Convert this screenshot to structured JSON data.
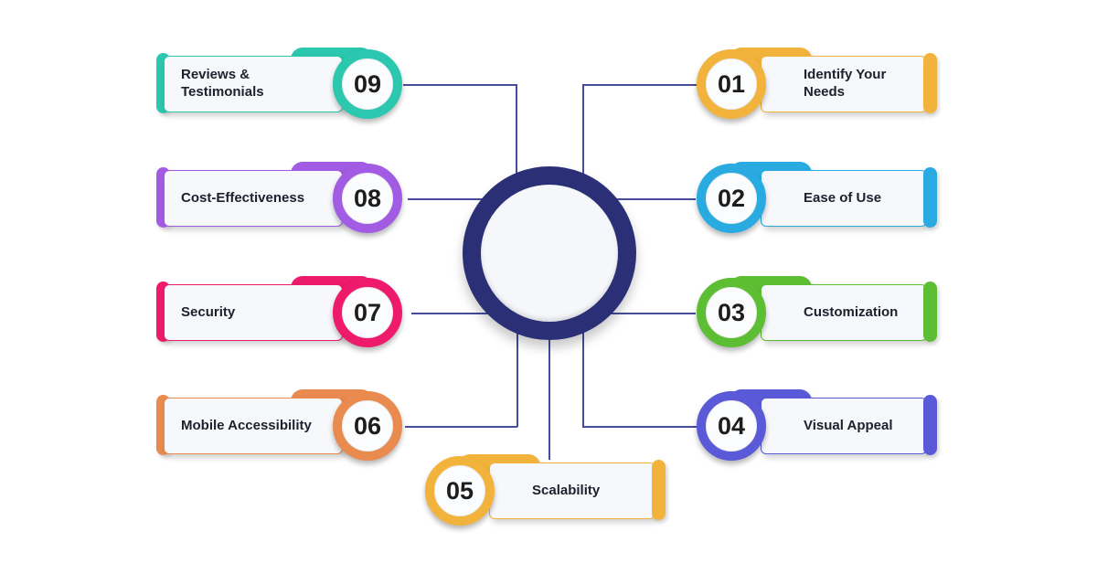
{
  "background": "#FFFFFF",
  "connector_color": "#464C9B",
  "hub": {
    "ring_color": "#2B3076",
    "fill_color": "#F5F7FB"
  },
  "items": [
    {
      "number": "01",
      "label": "Identify Your Needs",
      "color": "#F2B33C",
      "dark": "#D48F1B",
      "side": "right"
    },
    {
      "number": "02",
      "label": "Ease of Use",
      "color": "#29ABE2",
      "dark": "#1488BC",
      "side": "right"
    },
    {
      "number": "03",
      "label": "Customization",
      "color": "#5DBE33",
      "dark": "#42A01C",
      "side": "right"
    },
    {
      "number": "04",
      "label": "Visual Appeal",
      "color": "#5A5AD8",
      "dark": "#3F3FB8",
      "side": "right"
    },
    {
      "number": "05",
      "label": "Scalability",
      "color": "#F2B33C",
      "dark": "#D48F1B",
      "side": "bottom"
    },
    {
      "number": "06",
      "label": "Mobile Accessibility",
      "color": "#E98B4F",
      "dark": "#D06A2C",
      "side": "left"
    },
    {
      "number": "07",
      "label": "Security",
      "color": "#EE1A6B",
      "dark": "#C40E53",
      "side": "left"
    },
    {
      "number": "08",
      "label": "Cost-Effectiveness",
      "color": "#A25CE4",
      "dark": "#7F3BC6",
      "side": "left"
    },
    {
      "number": "09",
      "label": "Reviews & Testimonials",
      "color": "#2BC7AE",
      "dark": "#17A18B",
      "side": "left"
    }
  ]
}
